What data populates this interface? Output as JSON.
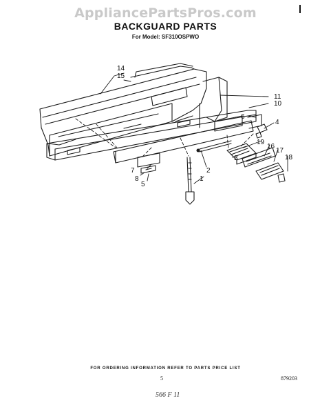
{
  "watermark": "AppliancePartsPros.com",
  "header": {
    "title": "BACKGUARD PARTS",
    "model_line": "For Model: SF310OSPWO"
  },
  "callouts": {
    "c14": "14",
    "c15": "15",
    "c11": "11",
    "c10": "10",
    "c6": "6",
    "c4": "4",
    "c19": "19",
    "c16": "16",
    "c17": "17",
    "c18": "18",
    "c3": "3",
    "c2": "2",
    "c1": "1",
    "c7": "7",
    "c8": "8",
    "c5": "5"
  },
  "footer": {
    "ordering_note": "FOR ORDERING INFORMATION REFER TO PARTS PRICE LIST",
    "page_number": "5",
    "document_number": "879203",
    "handwritten_note": "566 F 11"
  }
}
